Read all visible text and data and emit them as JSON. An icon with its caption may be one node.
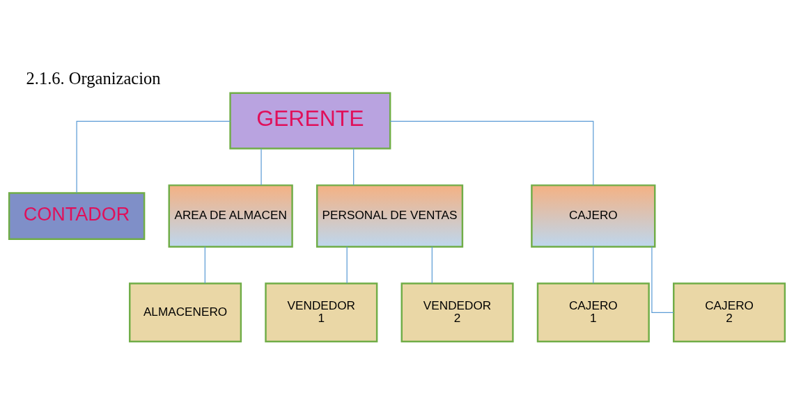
{
  "diagram": {
    "title": "2.1.6. Organizacion",
    "nodes": [
      {
        "text": [
          "GERENTE"
        ]
      },
      {
        "text": [
          "CONTADOR"
        ]
      },
      {
        "text": [
          "AREA DE ALMACEN"
        ]
      },
      {
        "text": [
          "PERSONAL DE VENTAS"
        ]
      },
      {
        "text": [
          "CAJERO"
        ]
      },
      {
        "text": [
          "ALMACENERO"
        ]
      },
      {
        "text": [
          "VENDEDOR",
          "1"
        ]
      },
      {
        "text": [
          "VENDEDOR",
          "2"
        ]
      },
      {
        "text": [
          "CAJERO",
          "1"
        ]
      },
      {
        "text": [
          "CAJERO",
          "2"
        ]
      }
    ],
    "edges": [
      {
        "from": 0,
        "to": 1,
        "arrow": "none"
      },
      {
        "from": 0,
        "to": 2,
        "arrow": "none"
      },
      {
        "from": 0,
        "to": 3,
        "arrow": "none"
      },
      {
        "from": 0,
        "to": 4,
        "arrow": "none"
      },
      {
        "from": 2,
        "to": 5,
        "arrow": "none"
      },
      {
        "from": 3,
        "to": 6,
        "arrow": "none"
      },
      {
        "from": 3,
        "to": 7,
        "arrow": "none"
      },
      {
        "from": 4,
        "to": 8,
        "arrow": "none"
      },
      {
        "from": 4,
        "to": 9,
        "arrow": "none"
      }
    ]
  }
}
